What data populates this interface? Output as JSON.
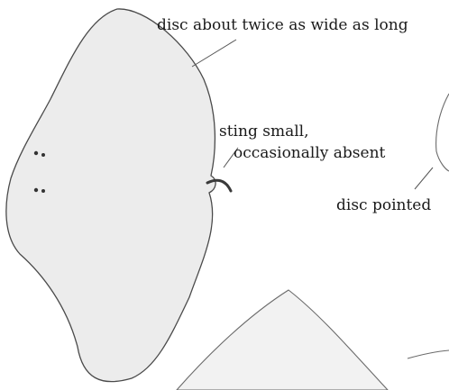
{
  "labels": {
    "disc_width": "disc about twice as wide as long",
    "sting_line1": "sting small,",
    "sting_line2": "occasionally absent",
    "disc_pointed": "disc pointed"
  },
  "colors": {
    "body_fill": "#ececec",
    "outline": "#4a4a4a",
    "sting": "#3a3a3a",
    "leader": "#555555",
    "text": "#1a1a1a"
  }
}
